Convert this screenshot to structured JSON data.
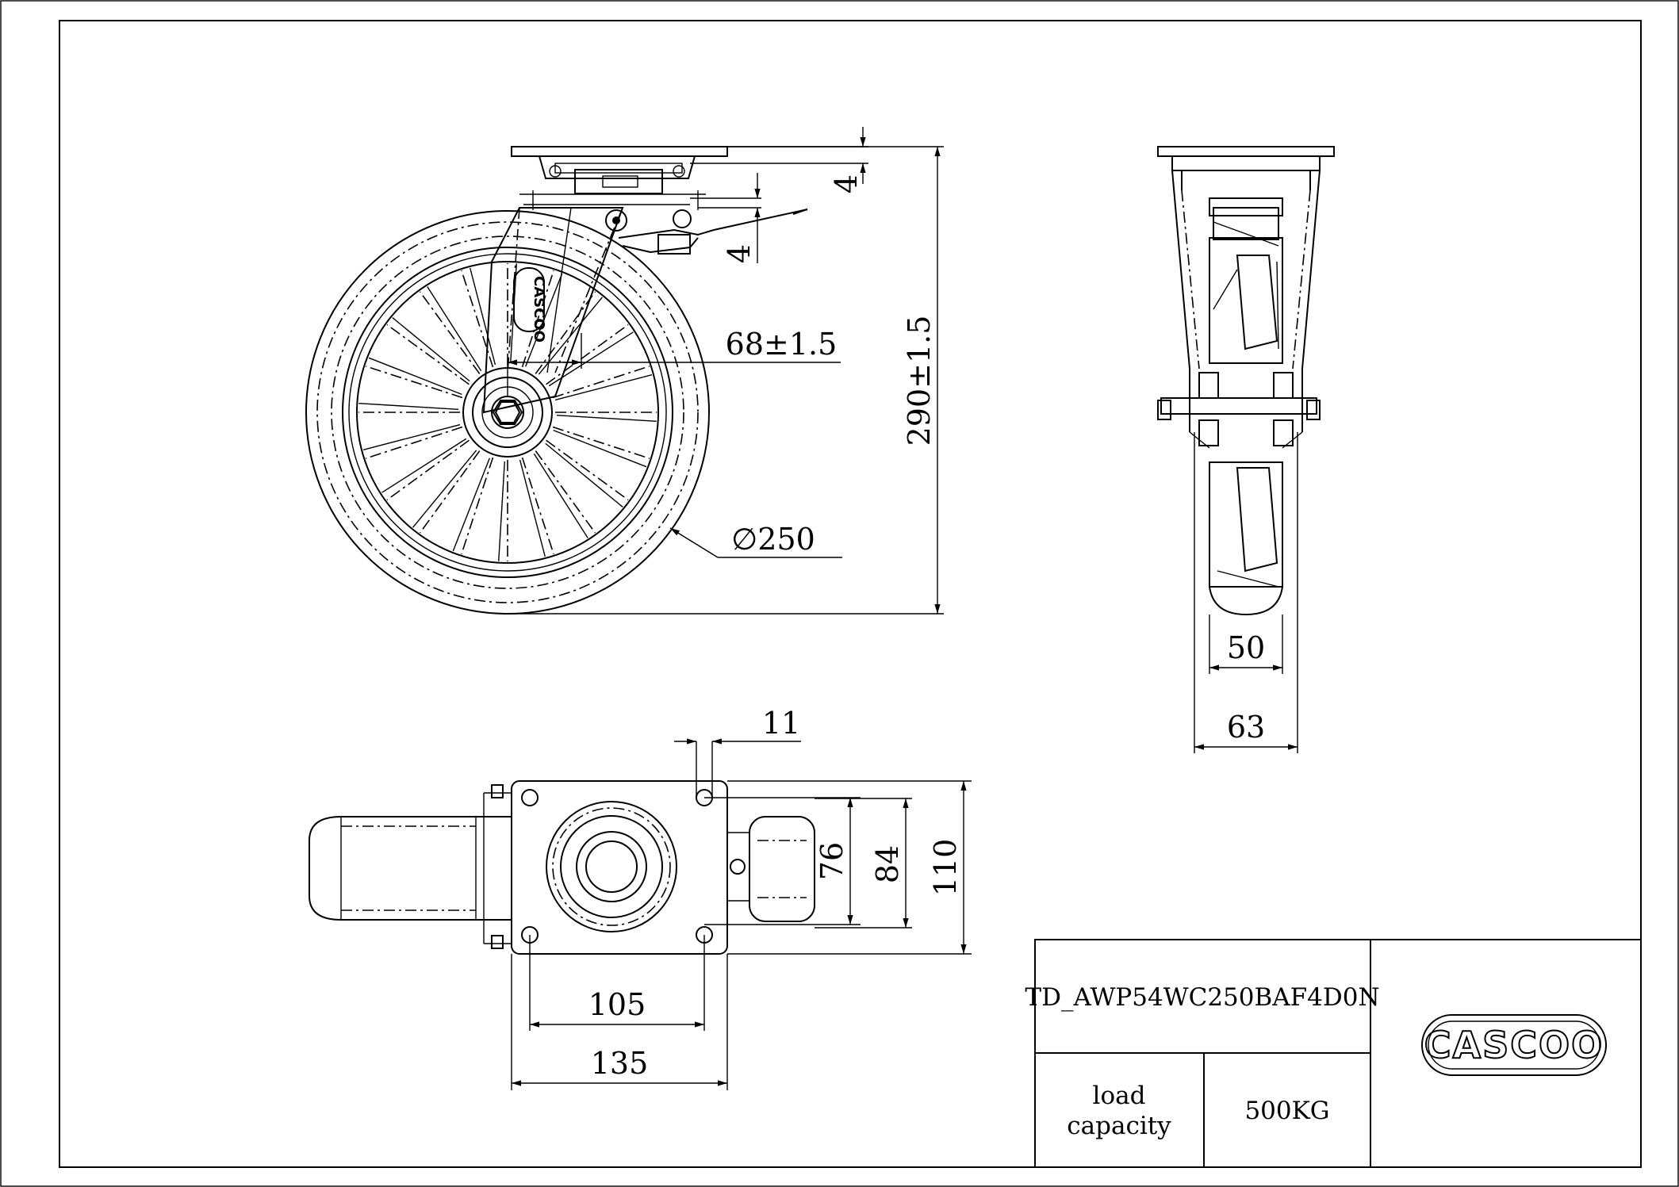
{
  "dimensions": {
    "plate_gap_top": "4",
    "plate_gap_bottom": "4",
    "offset": "68±1.5",
    "overall_height": "290±1.5",
    "wheel_diameter": "∅250",
    "wheel_width": "50",
    "fork_width": "63",
    "hole_diameter": "11",
    "hole_spacing_vertical": "76",
    "plate_inner": "84",
    "plate_height": "110",
    "hole_spacing_horizontal": "105",
    "plate_width": "135"
  },
  "wheel_logo_text": "CASCOO",
  "title_block": {
    "part_number": "TD_AWP54WC250BAF4D0N",
    "load_label_line1": "load",
    "load_label_line2": "capacity",
    "load_value": "500KG",
    "brand": "CASCOO"
  }
}
